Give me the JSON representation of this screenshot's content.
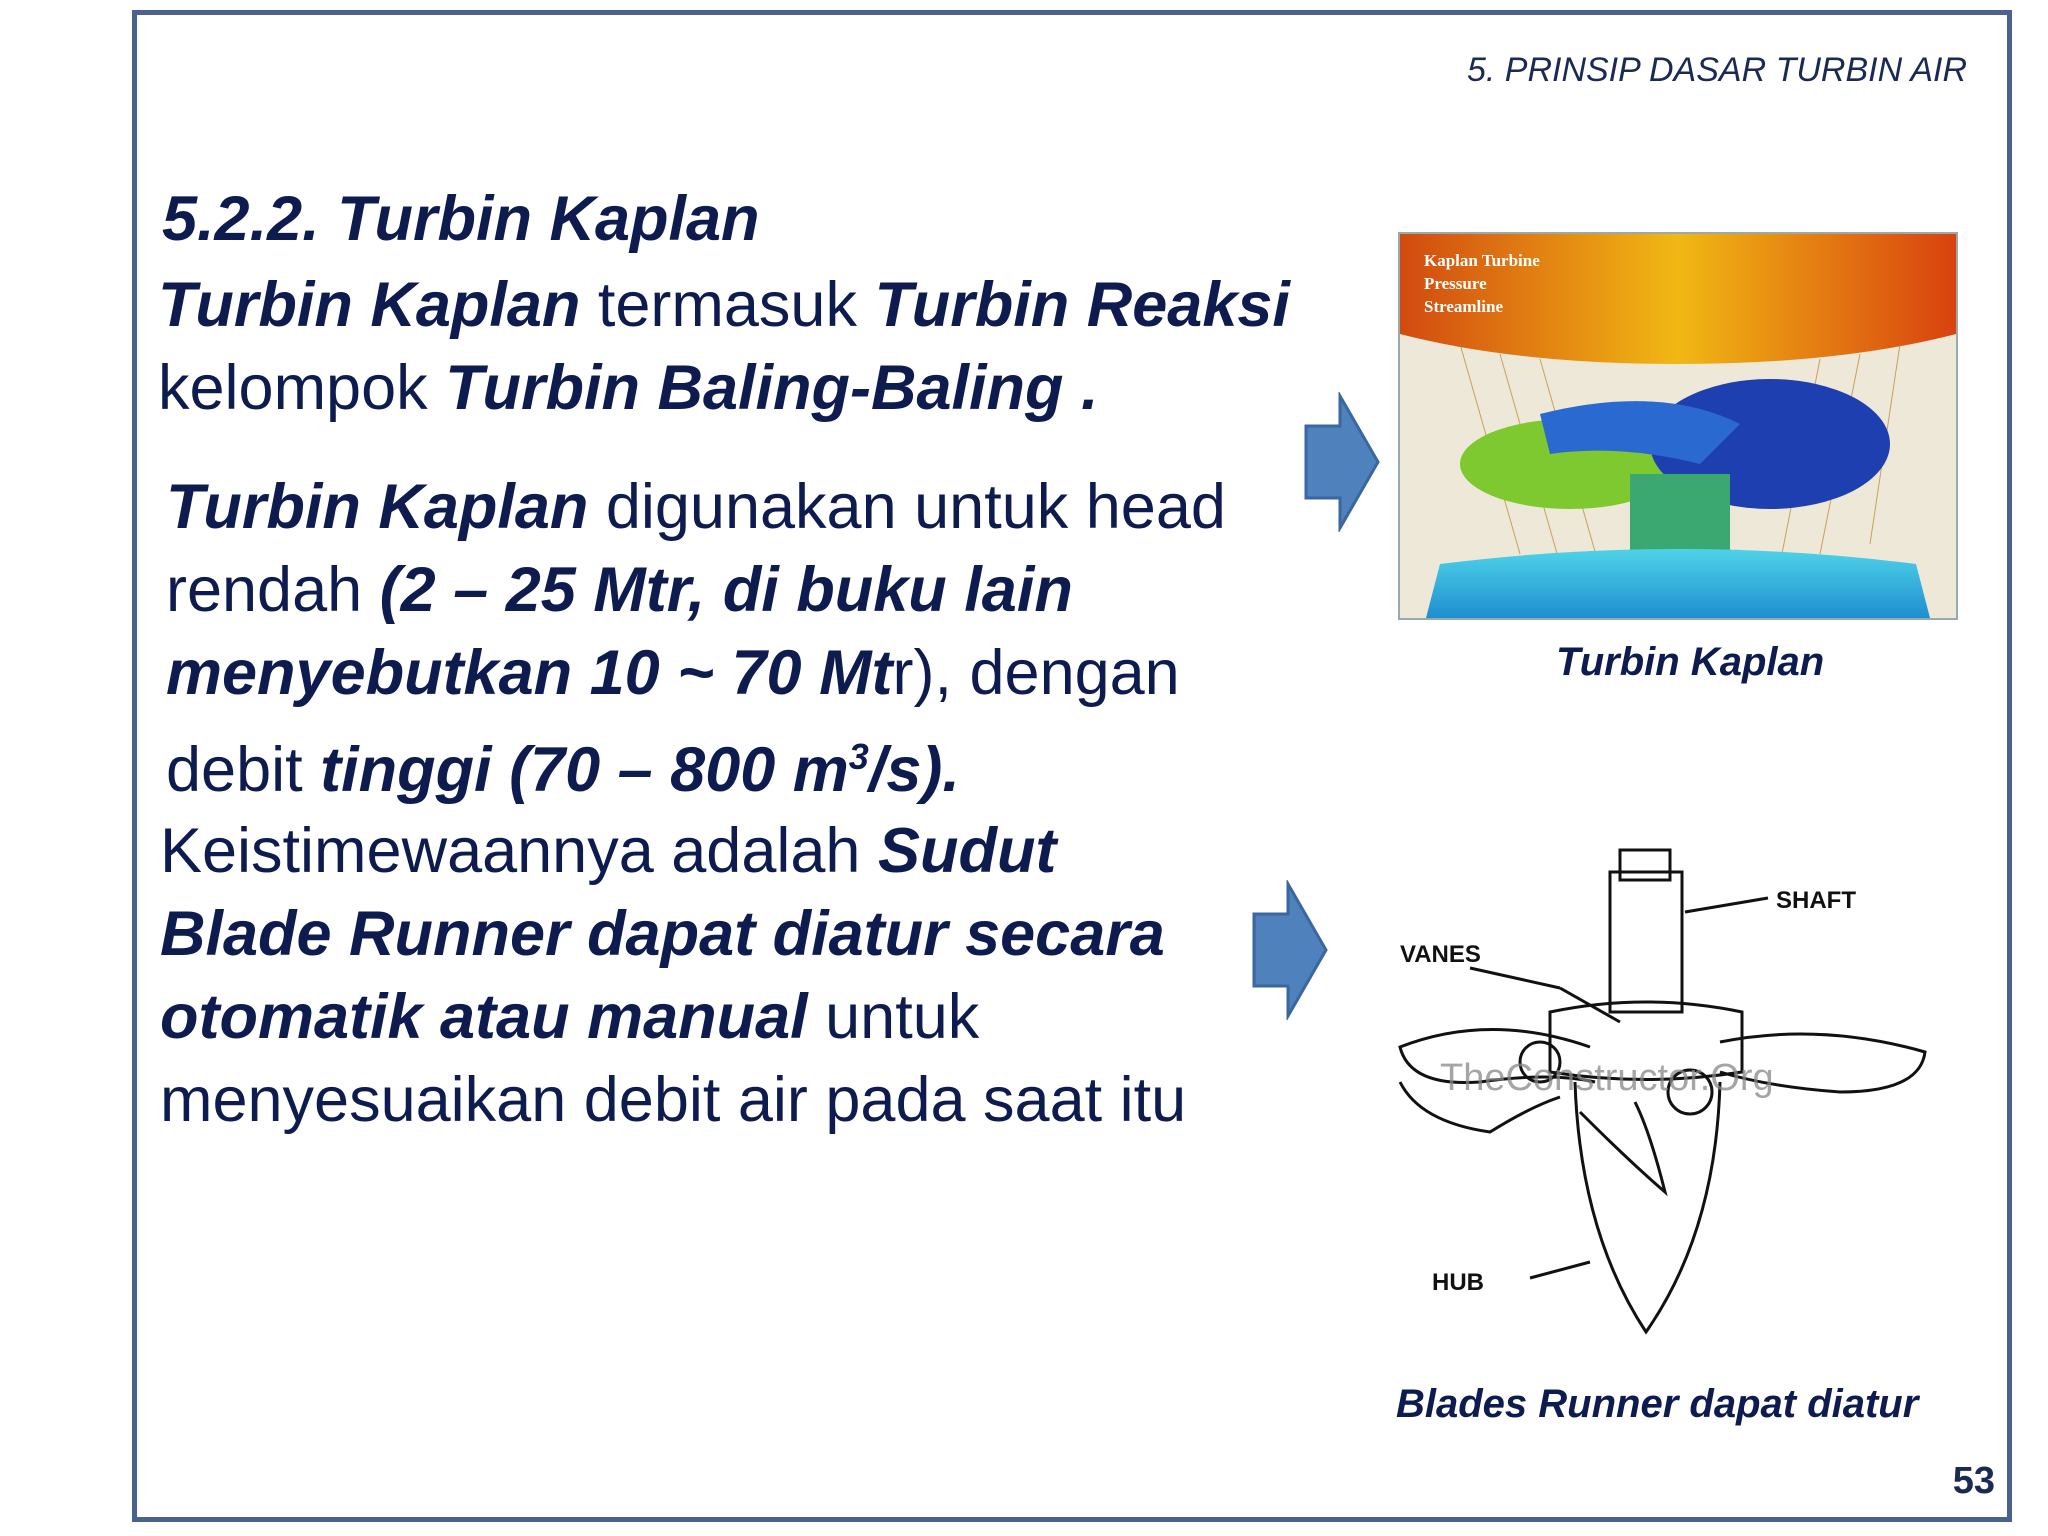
{
  "header": {
    "section": "5. PRINSIP DASAR TURBIN AIR"
  },
  "heading": "5.2.2. Turbin Kaplan",
  "para1": {
    "b1": "Turbin Kaplan",
    "t1": " termasuk ",
    "b2": "Turbin Reaksi",
    "t2": "kelompok ",
    "b3": "Turbin Baling-Baling ."
  },
  "para2": {
    "b1": "Turbin Kaplan",
    "t1": " digunakan untuk head",
    "t2": "rendah ",
    "b2": "(2 – 25 Mtr, di buku lain",
    "b3": "menyebutkan 10 ~ 70 Mt",
    "t3": "r), dengan",
    "t4": "debit ",
    "b4": "tinggi (70 – 800 m",
    "sup": "3",
    "b5": "/s)."
  },
  "para3": {
    "t1": "Keistimewaannya adalah ",
    "b1": "Sudut",
    "b2": "Blade Runner dapat diatur secara",
    "b3": "otomatik atau manual",
    "t2": " untuk",
    "t3": "menyesuaikan debit air pada saat itu"
  },
  "figure1": {
    "label_line1": "Kaplan Turbine",
    "label_line2": "Pressure",
    "label_line3": "Streamline",
    "caption": "Turbin Kaplan"
  },
  "figure2": {
    "label_shaft": "SHAFT",
    "label_vanes": "VANES",
    "label_hub": "HUB",
    "watermark": "TheConstructor.Org",
    "caption": "Blades Runner dapat diatur"
  },
  "page_number": "53",
  "colors": {
    "border": "#4a628e",
    "text": "#0d1b4f",
    "arrow": "#4f81bd"
  }
}
